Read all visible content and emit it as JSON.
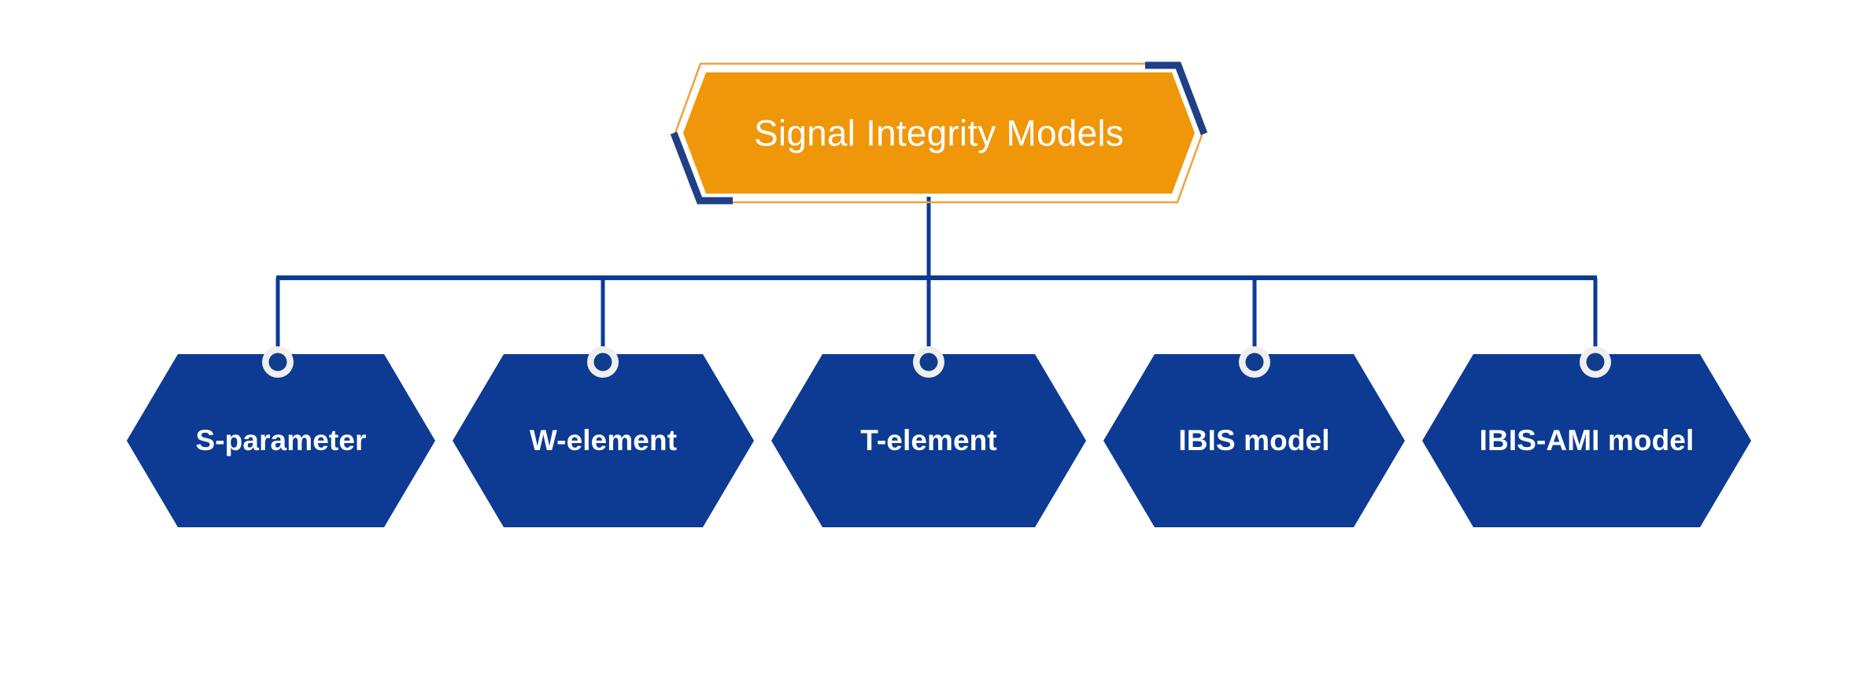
{
  "diagram": {
    "type": "hierarchy-tree",
    "orientation": "top-down",
    "background_color": "#FFFFFF",
    "root": {
      "label": "Signal Integrity Models",
      "shape": "hexagon",
      "fill_color": "#F09609",
      "text_color": "#FFFFFF",
      "outline_color": "#F5A623",
      "accent_color": "#1F3F87"
    },
    "connector": {
      "line_color": "#0D3B94",
      "marker_fill": "#103C8E",
      "marker_ring_color": "#EDEDED"
    },
    "children": [
      {
        "label": "S-parameter",
        "shape": "hexagon",
        "fill_color": "#0D3B94",
        "text_color": "#FFFFFF"
      },
      {
        "label": "W-element",
        "shape": "hexagon",
        "fill_color": "#0D3B94",
        "text_color": "#FFFFFF"
      },
      {
        "label": "T-element",
        "shape": "hexagon",
        "fill_color": "#0D3B94",
        "text_color": "#FFFFFF"
      },
      {
        "label": "IBIS model",
        "shape": "hexagon",
        "fill_color": "#0D3B94",
        "text_color": "#FFFFFF"
      },
      {
        "label": "IBIS-AMI model",
        "shape": "hexagon",
        "fill_color": "#0D3B94",
        "text_color": "#FFFFFF"
      }
    ]
  }
}
